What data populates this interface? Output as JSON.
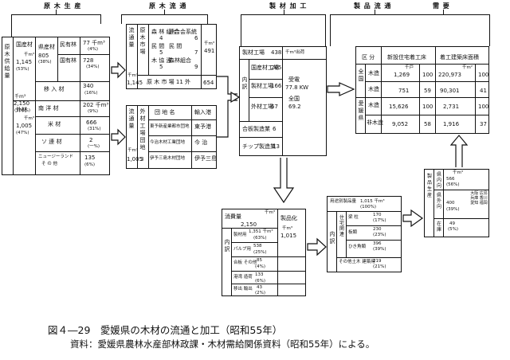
{
  "headers": {
    "log_production": "原 木 生 産",
    "log_distribution": "原 木 流 通",
    "lumber_processing": "製 材 加 工",
    "product_distribution": "製 品 流 通",
    "demand": "需 要"
  },
  "production": {
    "total_label": "原木供給量",
    "total_value": "2,150",
    "total_unit": "千m³",
    "total_share": "(100%)",
    "domestic_label": "国産材",
    "domestic_unit": "千m³",
    "domestic_value": "1,145",
    "domestic_share": "(53%)",
    "prefectural_label": "県産材",
    "prefectural_value": "805",
    "prefectural_share": "(38%)",
    "private_label": "民有林",
    "private_value": "77 千m³",
    "private_share": "(4%)",
    "national_label": "国有林",
    "national_value": "728",
    "national_share": "(34%)",
    "other_pref_label": "移 入 材",
    "other_pref_value": "340",
    "other_pref_share": "(16%)",
    "import_label": "外材",
    "import_unit": "千m³",
    "import_value": "1,005",
    "import_share": "(47%)",
    "southsea_label": "南 洋 材",
    "southsea_value": "202 千m³",
    "southsea_share": "(9%)",
    "american_label": "米 材",
    "american_value": "666",
    "american_share": "(31%)",
    "soviet_label": "ソ 連 材",
    "soviet_value": "2",
    "soviet_share": "(一%)",
    "nz_label": "ニュージーランド",
    "nz_value": "135",
    "other_label": "そ の 他",
    "other_share": "(6%)"
  },
  "dist_domestic": {
    "side_label": "流通量",
    "unit": "千m³",
    "value": "1,145",
    "col_header": "原木市場",
    "rows": [
      {
        "label": "森 林 組 合",
        "num": "4"
      },
      {
        "label": "民 間",
        "num": "5"
      },
      {
        "label": "木 協 連",
        "num": "5"
      }
    ],
    "rows_right": [
      {
        "label": "連合会系統",
        "num": "6"
      },
      {
        "label": "民 間",
        "num": "7"
      },
      {
        "label": "森林組合",
        "num": "9"
      }
    ],
    "right_value": "491",
    "right_unit": "千m³",
    "bottom_label": "原 木 市 場 11 外",
    "bottom_value": "654"
  },
  "dist_import": {
    "side_label": "流通量",
    "sub_label": "外材工場団地",
    "unit": "千m³",
    "value": "1,005",
    "count": "3",
    "header_a": "団 地 名",
    "header_b": "輸入港",
    "rows": [
      {
        "name": "東予新産業都市団地",
        "port": "東予港"
      },
      {
        "name": "今治木材工業団地",
        "port": "今 治"
      },
      {
        "name": "伊予三島木材団地",
        "port": "伊予三島"
      }
    ]
  },
  "processing": {
    "col_header": "千m³出荷",
    "total_label": "製材工場",
    "total_value": "438",
    "dom_label": "国産材工場",
    "dom_value": "205",
    "mixed_label": "製材工場",
    "mixed_value": "166",
    "imp_label": "外材工場",
    "imp_value": "67",
    "side_label": "内訳",
    "power_label1": "受電",
    "power_value1": "77.8 KW",
    "power_label2": "全国",
    "power_value2": "69.2",
    "plywood_label": "合板製造業",
    "plywood_value": "6",
    "chip_label": "チップ製造業",
    "chip_value": "13"
  },
  "demand_table": {
    "header_a": "区 分",
    "header_b": "新設住宅着工床",
    "header_c": "着工建築床面積",
    "row_nat_label": "全国",
    "row_pref_label": "愛媛県",
    "rows": [
      {
        "label": "木造",
        "a": "1,269",
        "a_pct": "100",
        "b": "220,973",
        "b_pct": "100"
      },
      {
        "label": "木造",
        "a": "751",
        "a_pct": "59",
        "b": "90,301",
        "b_pct": "41"
      },
      {
        "label": "木造",
        "a": "15,626",
        "a_pct": "100",
        "b": "2,731",
        "b_pct": "100"
      },
      {
        "label": "非木造",
        "a": "9,052",
        "a_pct": "58",
        "b": "1,916",
        "b_pct": "37"
      }
    ],
    "unit_a": "千戸",
    "unit_b": "千m²"
  },
  "product_output": {
    "header_a": "消費量",
    "value_total": "2,150",
    "unit": "千m³",
    "header_b": "製品化",
    "product_value": "1,015",
    "product_unit": "千m³",
    "side_label": "内訳",
    "rows": [
      {
        "label": "製材用",
        "value": "1,351 千m³",
        "share": "(63%)"
      },
      {
        "label": "パルプ用",
        "value": "538",
        "share": "(25%)"
      },
      {
        "label": "合板 その他",
        "value": "85",
        "share": "(4%)"
      },
      {
        "label": "港湾 造荷",
        "value": "133",
        "share": "(6%)"
      },
      {
        "label": "移出 輸出",
        "value": "43",
        "share": "(2%)"
      }
    ]
  },
  "product_usage": {
    "header": "用途別製品量",
    "header_value": "1,015 千m³",
    "header_share": "(100%)",
    "side_label": "内訳",
    "group_label": "住宅関連",
    "rows": [
      {
        "label": "梁 柱",
        "value": "170",
        "share": "(17%)"
      },
      {
        "label": "板類",
        "value": "230",
        "share": "(23%)"
      },
      {
        "label": "ひき角類",
        "value": "396",
        "share": "(39%)"
      },
      {
        "label": "その他土木 建築用",
        "value": "219",
        "share": "(21%)"
      }
    ]
  },
  "product_dest": {
    "side_label": "製品生産",
    "rows": [
      {
        "label": "県内向",
        "value": "566",
        "unit": "千m³",
        "share": "(56%)"
      },
      {
        "label": "県外向",
        "value": "400",
        "share": "(39%)",
        "note": "大阪 広島 兵庫 香川 愛知 福岡"
      },
      {
        "label": "在庫",
        "value": "49",
        "share": "(5%)"
      }
    ]
  },
  "caption": {
    "title": "図４―29　愛媛県の木材の流通と加工（昭和55年）",
    "source": "資料：愛媛県農林水産部林政課・木材需給関係資料（昭和55年）による。"
  }
}
